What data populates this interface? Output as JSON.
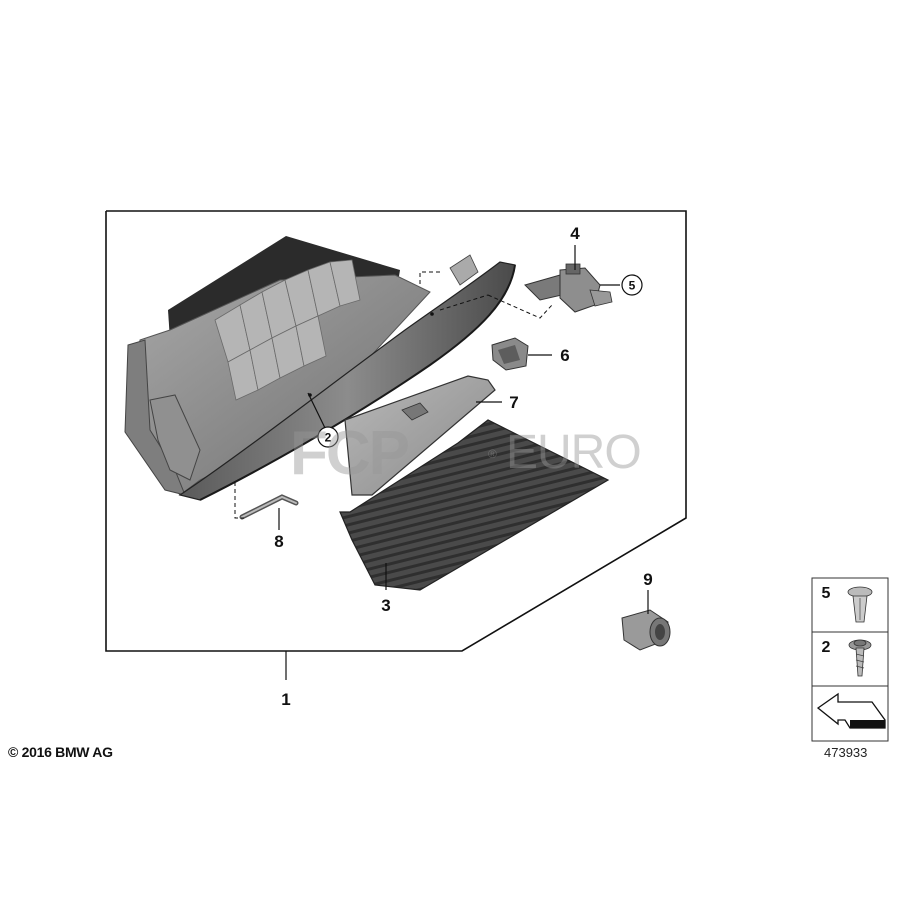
{
  "callouts": {
    "c1": "1",
    "c2": "2",
    "c3": "3",
    "c4": "4",
    "c5": "5",
    "c6": "6",
    "c7": "7",
    "c8": "8",
    "c9": "9"
  },
  "legend": {
    "row1_number": "5",
    "row2_number": "2"
  },
  "copyright": "© 2016 BMW AG",
  "reference_number": "473933",
  "watermark": {
    "fcp": "FCP",
    "euro": "EURO",
    "registered": "®"
  },
  "colors": {
    "outline": "#111111",
    "part_dark": "#3a3a3a",
    "part_mid": "#8a8a8a",
    "part_light": "#bdbdbd",
    "watermark": "#9a9a9a"
  }
}
